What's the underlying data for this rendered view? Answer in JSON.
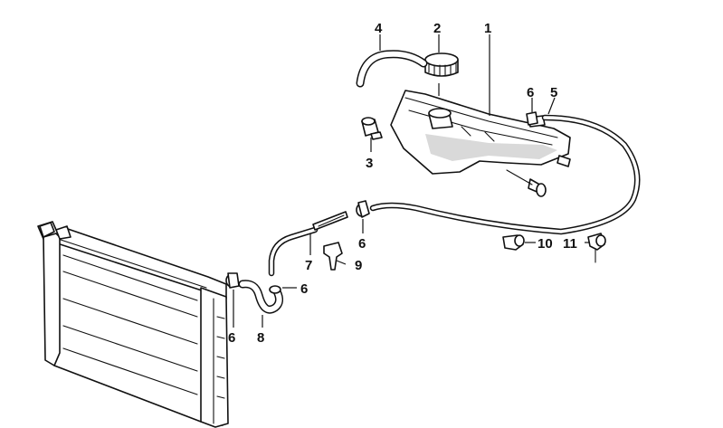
{
  "callouts": {
    "c1": "1",
    "c2": "2",
    "c3": "3",
    "c4": "4",
    "c5": "5",
    "c6a": "6",
    "c6b": "6",
    "c6c": "6",
    "c6d": "6",
    "c7": "7",
    "c8": "8",
    "c9": "9",
    "c10": "10",
    "c11": "11"
  }
}
